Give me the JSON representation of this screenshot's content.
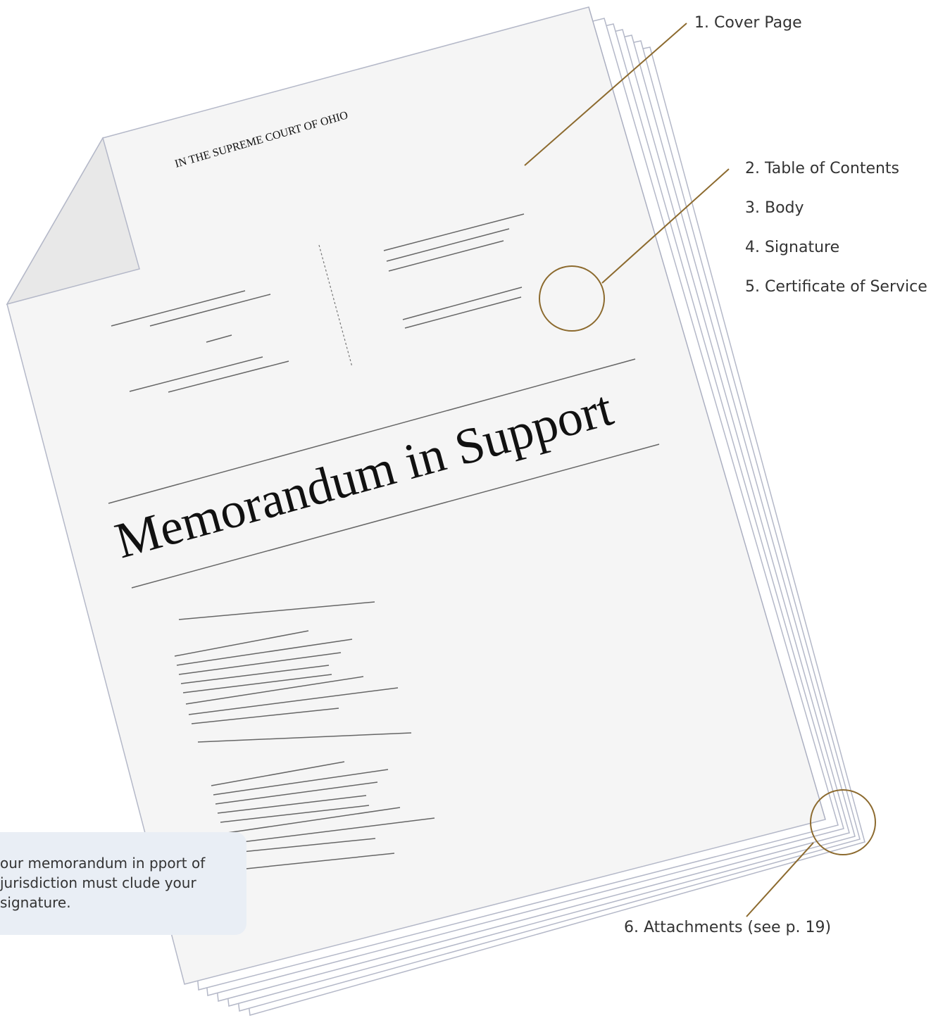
{
  "document": {
    "court_heading": "IN THE SUPREME COURT OF OHIO",
    "title": "Memorandum in Support"
  },
  "callouts": [
    {
      "label": "1. Cover Page"
    },
    {
      "label": "2. Table of Contents"
    },
    {
      "label": "3. Body"
    },
    {
      "label": "4. Signature"
    },
    {
      "label": "5. Certificate of Service"
    },
    {
      "label": "6. Attachments (see p. 19)"
    }
  ],
  "note": {
    "text": "our memorandum in pport of jurisdiction must clude your signature."
  },
  "colors": {
    "callout_line": "#8c6a2e",
    "page_fill": "#f5f5f5",
    "page_edge": "#b4b8c8",
    "note_background": "#e9eef5"
  }
}
